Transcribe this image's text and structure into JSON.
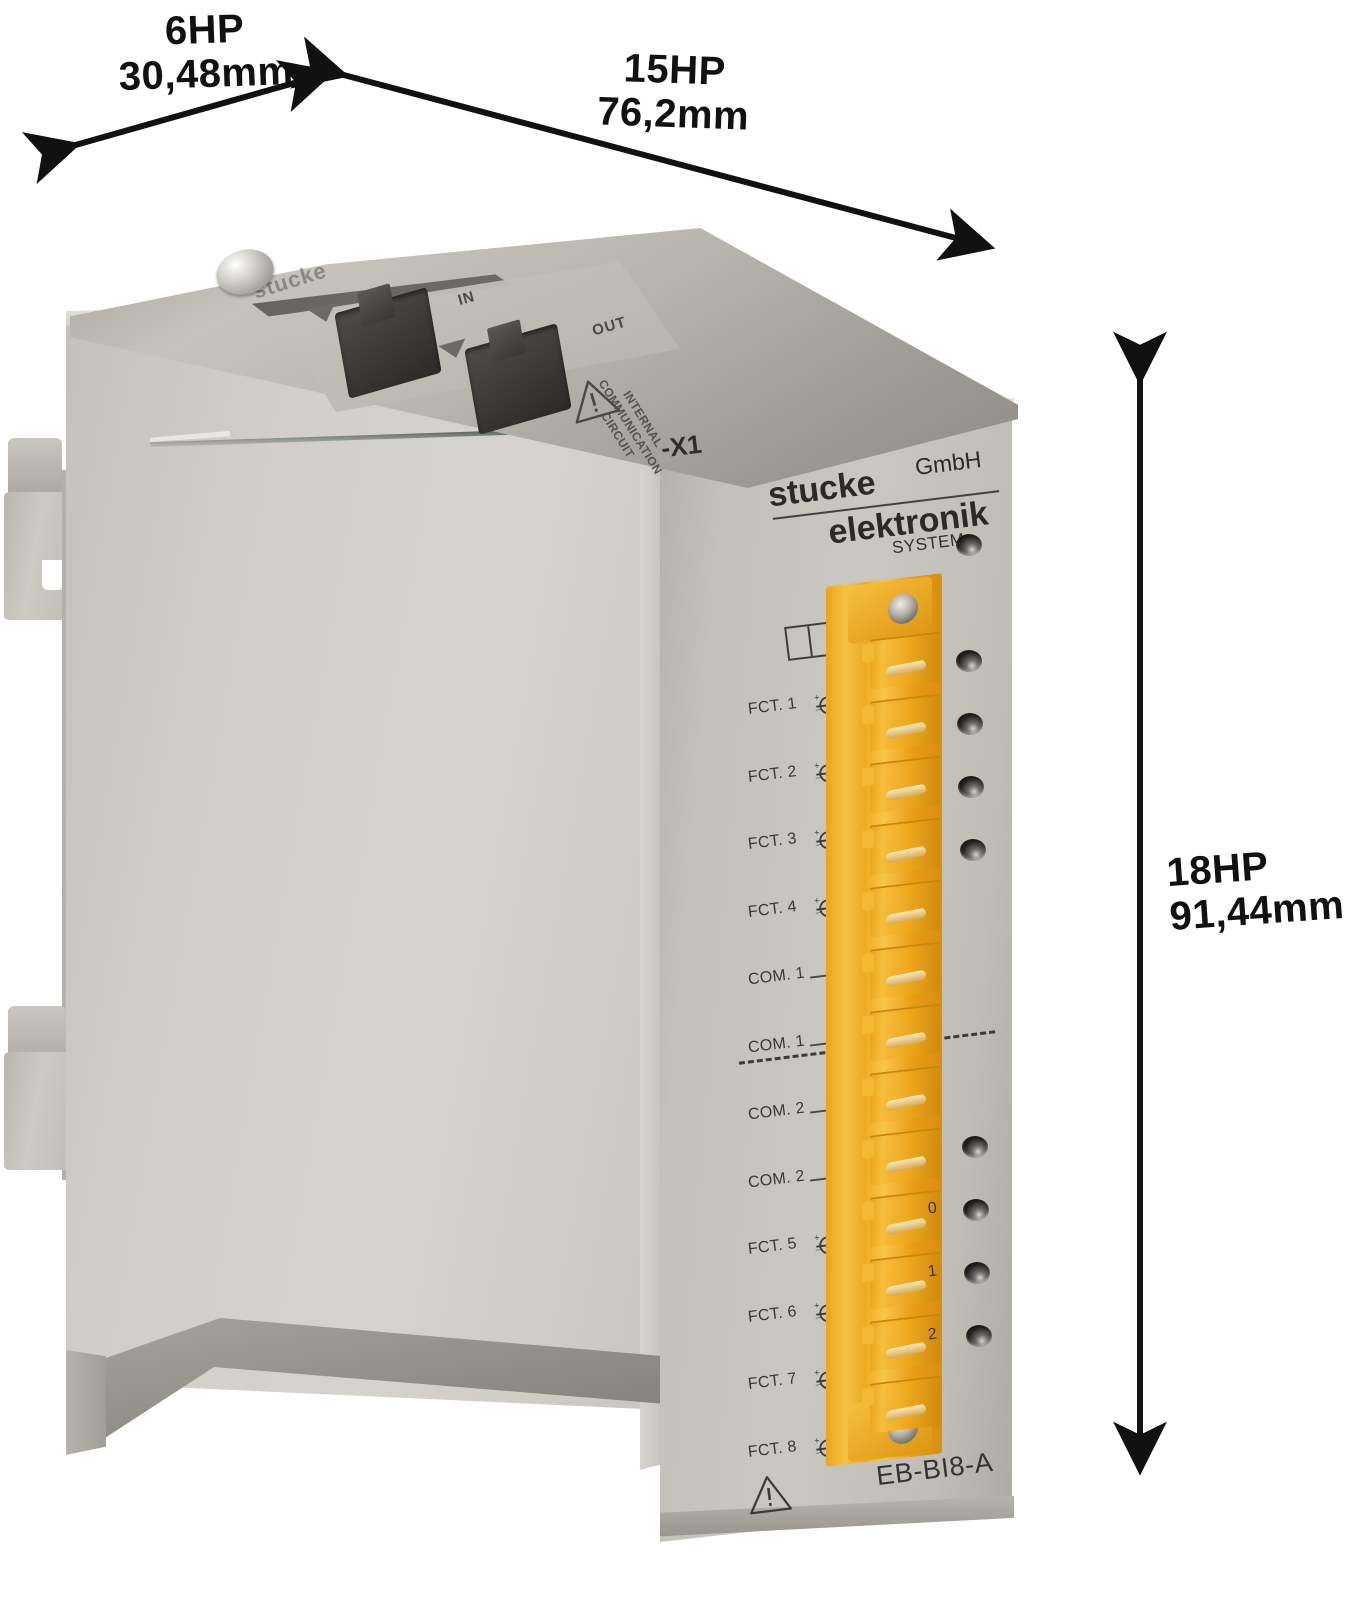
{
  "dimensions": {
    "top_left": {
      "hp": "6HP",
      "mm": "30,48mm"
    },
    "top_right": {
      "hp": "15HP",
      "mm": "76,2mm"
    },
    "right": {
      "hp": "18HP",
      "mm": "91,44mm"
    }
  },
  "device": {
    "brand_line_1": "stucke",
    "brand_line_2": "elektronik",
    "brand_suffix": "GmbH",
    "model": "EB-BI8-A",
    "system_led_label": "SYSTEM",
    "connector_designator": "-X1",
    "lid": {
      "in_label": "IN",
      "out_label": "OUT",
      "note": "INTERNAL COMMUNICATION CIRCUIT",
      "brand_emboss": "stucke"
    },
    "terminals": [
      {
        "label": "FCT. 1",
        "symbol": "polarity"
      },
      {
        "label": "FCT. 2",
        "symbol": "polarity"
      },
      {
        "label": "FCT. 3",
        "symbol": "polarity"
      },
      {
        "label": "FCT. 4",
        "symbol": "polarity"
      },
      {
        "label": "COM. 1",
        "symbol": "lead"
      },
      {
        "label": "COM. 1",
        "symbol": "lead"
      },
      {
        "label": "COM. 2",
        "symbol": "lead"
      },
      {
        "label": "COM. 2",
        "symbol": "lead"
      },
      {
        "label": "FCT. 5",
        "symbol": "polarity"
      },
      {
        "label": "FCT. 6",
        "symbol": "polarity"
      },
      {
        "label": "FCT. 7",
        "symbol": "polarity"
      },
      {
        "label": "FCT. 8",
        "symbol": "polarity"
      }
    ],
    "status_led_numbers": [
      "0",
      "1",
      "2"
    ],
    "colors": {
      "body": "#cac7c1",
      "terminal_block": "#f0ad22",
      "lid_metal": "#b8b5ae",
      "text": "#33312f",
      "annotation": "#111111"
    }
  }
}
